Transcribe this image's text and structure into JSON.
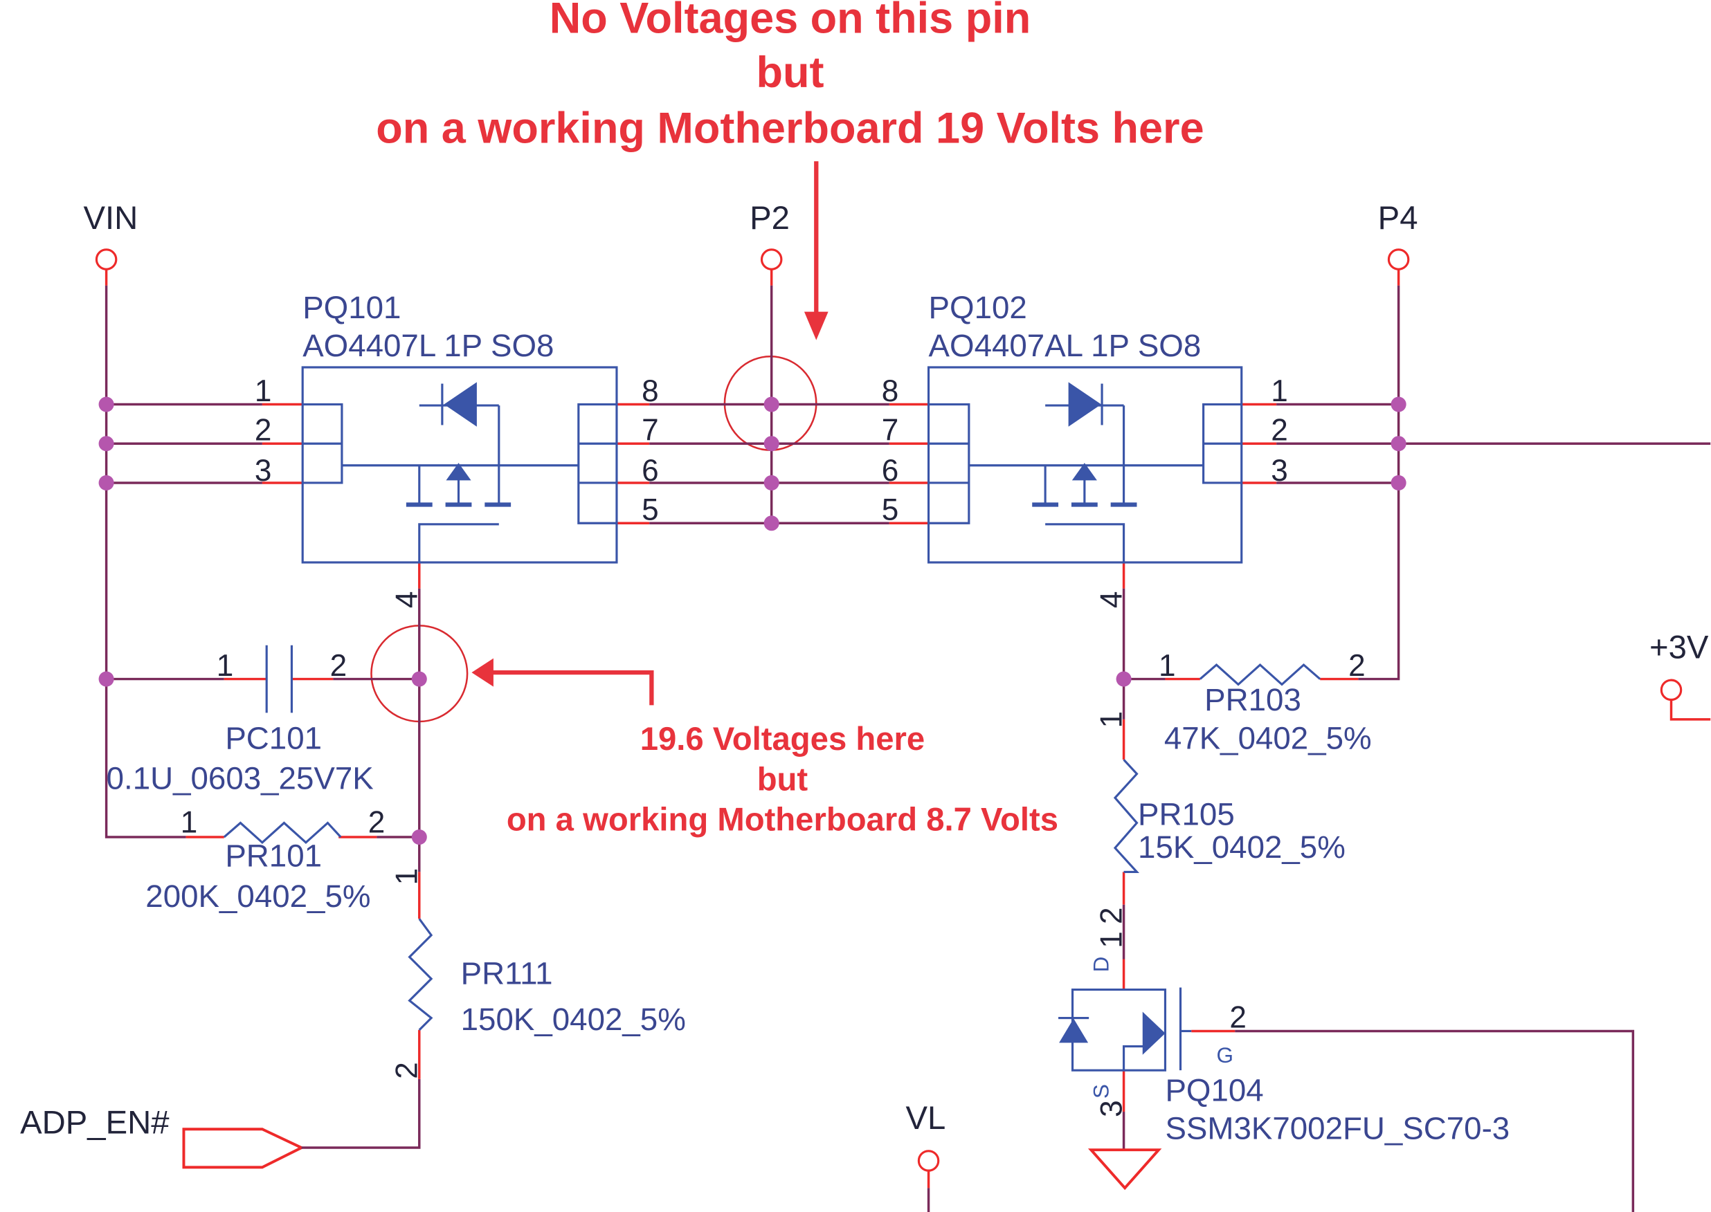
{
  "annotations": {
    "top_note": {
      "lines": [
        "No Voltages on this pin",
        "but",
        "on a working Motherboard 19 Volts here"
      ]
    },
    "middle_note": {
      "lines": [
        "19.6 Voltages here",
        "but",
        "on a working Motherboard 8.7 Volts"
      ]
    }
  },
  "nets": {
    "vin": "VIN",
    "p2": "P2",
    "p4": "P4",
    "plus3v": "+3V",
    "vl": "VL",
    "adp_en": "ADP_EN#"
  },
  "components": {
    "pq101": {
      "ref": "PQ101",
      "value": "AO4407L 1P SO8",
      "left_pins": [
        "1",
        "2",
        "3"
      ],
      "right_pins": [
        "8",
        "7",
        "6",
        "5"
      ],
      "gate_pin": "4"
    },
    "pq102": {
      "ref": "PQ102",
      "value": "AO4407AL 1P SO8",
      "left_pins": [
        "8",
        "7",
        "6",
        "5"
      ],
      "right_pins": [
        "1",
        "2",
        "3"
      ],
      "gate_pin": "4"
    },
    "pc101": {
      "ref": "PC101",
      "value": "0.1U_0603_25V7K",
      "pin1": "1",
      "pin2": "2"
    },
    "pr101": {
      "ref": "PR101",
      "value": "200K_0402_5%",
      "pin1": "1",
      "pin2": "2"
    },
    "pr111": {
      "ref": "PR111",
      "value": "150K_0402_5%",
      "pin1": "1",
      "pin2": "2"
    },
    "pr103": {
      "ref": "PR103",
      "value": "47K_0402_5%",
      "pin1": "1",
      "pin2": "2"
    },
    "pr105": {
      "ref": "PR105",
      "value": "15K_0402_5%",
      "pin1": "1",
      "pin2": "2"
    },
    "pq104": {
      "ref": "PQ104",
      "value": "SSM3K7002FU_SC70-3",
      "drain_pin": "1",
      "gate_pin": "2",
      "source_pin": "3",
      "drain_label": "D",
      "gate_label": "G",
      "source_label": "S"
    }
  }
}
